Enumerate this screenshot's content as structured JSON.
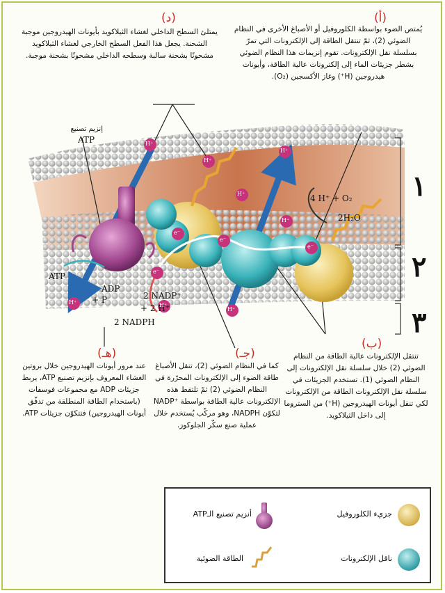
{
  "labels": {
    "a": "(أ)",
    "b": "(ب)",
    "c": "(جـ)",
    "d": "(د)",
    "e": "(هـ)"
  },
  "texts": {
    "a": "يُمتص الضوء بواسطة الكلوروفيل أو الأصباغ الأخرى في النظام الضوئي (2)، ثمّ تنتقل الطاقة إلى الإلكترونات التي تمرّ بسلسلة نقل الإلكترونات. تقوم إنزيمات هذا النظام الضوئي بشطر جزيئات الماء إلى إلكترونات عالية الطاقة، وأيونات هيدروجين (H⁺) وغاز الأكسجين (O₂).",
    "d": "يمتلئ السطح الداخلي لغشاء الثيلاكويد بأيونات الهيدروجين موجبة الشحنة. يجعل هذا الفعل السطح الخارجي لغشاء الثيلاكويد مشحونًا بشحنة سالبة وسطحه الداخلي مشحونًا بشحنة موجبة.",
    "b": "تنتقل الإلكترونات عالية الطاقة من النظام الضوئي (2) خلال سلسلة نقل الإلكترونات إلى النظام الضوئي (1). تستخدم الجزيئات في سلسلة نقل الإلكترونات الطاقة من الإلكترونات لكي تنقل أيونات الهيدروجين (H⁺) من الستروما إلى داخل الثيلاكويد.",
    "c": "كما في النظام الضوئي (2)، تنقل الأصباغ طاقة الضوء إلى الإلكترونات المحرّرة في النظام الضوئي (2) ثمّ تلتقط هذه الإلكترونات عالية الطاقة بواسطة ⁺NADP لتكوّن NADPH، وهو مركّب يُستخدم خلال عملية صنع سكّر الجلوكوز.",
    "e": "عند مرور أيونات الهيدروجين خلال بروتين الغشاء المعروف بإنزيم تصنيع ATP، يربط جزيئات ADP مع مجموعات فوسفات (باستخدام الطاقة المنطلقة من تدفّق أيونات الهيدروجين) فتتكوّن جزيئات ATP."
  },
  "diagram": {
    "enzyme_label_line1": "إنزيم تصنيع",
    "enzyme_label_line2": "ATP",
    "atp": "ATP",
    "adp": "ADP",
    "plus_p": "+ P",
    "plus": "+",
    "nadp": "2 NADP⁺",
    "plus_2h": "+ 2 H⁺",
    "nadph": "2 NADPH",
    "water": "2H₂O",
    "oxygen_eq": "4 H⁺ + O₂",
    "h_plus": "H⁺",
    "e_minus": "e⁻",
    "zone1": "١",
    "zone2": "٢",
    "zone3": "٣"
  },
  "legend": {
    "chlorophyll": "جزيء الكلوروفيل",
    "atp_enzyme": "أنزيم تصنيع الـATP",
    "electron_carrier": "ناقل الإلكترونات",
    "light_energy": "الطاقة الضوئية"
  },
  "colors": {
    "frame": "#b7c64a",
    "label_red": "#c23028",
    "chlorophyll": "#e8c860",
    "carrier": "#3ab3ba",
    "enzyme": "#a0468f",
    "h_ion": "#c8327a",
    "arrow_blue": "#2a6ab0"
  }
}
